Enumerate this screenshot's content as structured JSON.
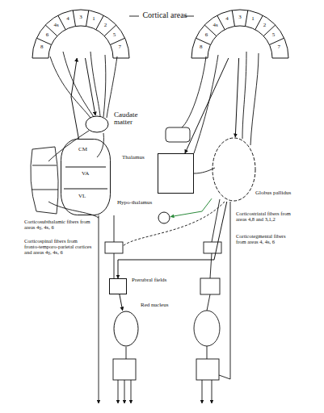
{
  "diagram": {
    "nodes": [
      {
        "text": [
          "8",
          "6",
          "4s",
          "4",
          "3",
          "1",
          "2",
          "5",
          "7"
        ]
      },
      {
        "text": [
          "8",
          "6",
          "4s",
          "4",
          "3",
          "1",
          "2",
          "5",
          "7"
        ]
      },
      {
        "text": [
          "Caudate matter"
        ]
      },
      {
        "text": [
          "CM",
          "VA",
          "VL"
        ]
      },
      {
        "text": [
          "Thalamus"
        ]
      },
      {
        "text": [
          "Globus pallidus"
        ]
      },
      {
        "text": [
          "Hypo-thalamus"
        ]
      },
      {
        "text": [
          "Prerubral fields"
        ]
      },
      {
        "text": [
          "Red nucleus"
        ]
      }
    ],
    "edges": [
      {
        "from": 0,
        "to": 2,
        "arrow": "to"
      },
      {
        "from": 3,
        "to": 0,
        "arrow": "to"
      },
      {
        "from": 1,
        "to": 5,
        "arrow": "to"
      },
      {
        "from": 1,
        "to": 4,
        "arrow": "to"
      },
      {
        "from": 5,
        "to": 6,
        "arrow": "to"
      },
      {
        "from": 5,
        "to": 7,
        "arrow": "to"
      },
      {
        "from": 7,
        "to": 8,
        "arrow": "to"
      }
    ],
    "labels": [
      "Cortical areas",
      "Corticosubthalamic fibers from areas 4γ, 4s, 6",
      "Corticospinal fibers from fronto-temporo-parietal cortices and areas 4γ, 4s, 6",
      "Corticostriatal fibers from areas 4,8 and 3,1,2",
      "Corticotegmental fibers from areas 4, 4s, 6"
    ]
  }
}
